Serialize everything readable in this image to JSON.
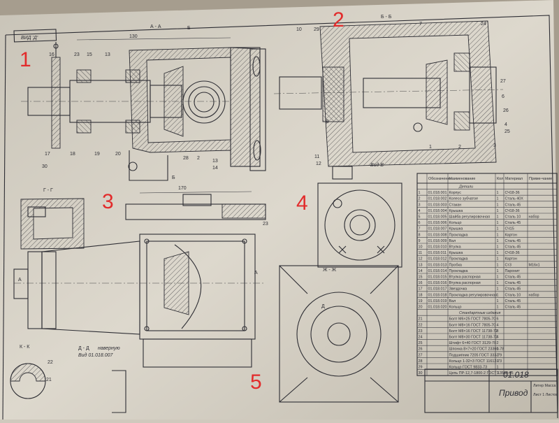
{
  "labels": {
    "corner_tag": "ВИД 'Д'",
    "section_aa": "А - А",
    "section_bb": "Б - Б",
    "section_gg": "Г - Г",
    "section_zz": "Ж - Ж",
    "section_kk": "К - К",
    "section_dd": "Д - Д",
    "section_dd_note": "наверную",
    "section_dd_ref": "Вид 01.018.007",
    "view_v": "Вид В",
    "dim_main": "130",
    "dim_bottom": "170"
  },
  "red_numbers": [
    "1",
    "2",
    "3",
    "4",
    "5"
  ],
  "table": {
    "headers": [
      "Обозначение",
      "Наименование",
      "Кол",
      "Материал",
      "Приме-чание"
    ],
    "section_parts": "Детали",
    "section_std": "Стандартные изделия",
    "rows": [
      {
        "pos": "1",
        "code": "01.018.001",
        "name": "Корпус",
        "qty": "1",
        "mat": "СЧ18-36",
        "note": ""
      },
      {
        "pos": "2",
        "code": "01.018.002",
        "name": "Колесо зубчатое",
        "qty": "1",
        "mat": "Сталь 40Х",
        "note": ""
      },
      {
        "pos": "3",
        "code": "01.018.003",
        "name": "Стакан",
        "qty": "1",
        "mat": "Сталь 45",
        "note": ""
      },
      {
        "pos": "4",
        "code": "01.018.004",
        "name": "Крышка",
        "qty": "1",
        "mat": "СЧ18-36",
        "note": ""
      },
      {
        "pos": "5",
        "code": "01.018.005",
        "name": "Шайба регулировочная",
        "qty": "1",
        "mat": "Сталь 10",
        "note": "набор"
      },
      {
        "pos": "6",
        "code": "01.018.006",
        "name": "Кольцо",
        "qty": "1",
        "mat": "Сталь 45",
        "note": ""
      },
      {
        "pos": "7",
        "code": "01.018.007",
        "name": "Крышка",
        "qty": "1",
        "mat": "СЧ15",
        "note": ""
      },
      {
        "pos": "8",
        "code": "01.018.008",
        "name": "Прокладка",
        "qty": "1",
        "mat": "Картон",
        "note": ""
      },
      {
        "pos": "9",
        "code": "01.018.009",
        "name": "Вал",
        "qty": "1",
        "mat": "Сталь 45",
        "note": ""
      },
      {
        "pos": "10",
        "code": "01.018.010",
        "name": "Втулка",
        "qty": "1",
        "mat": "Сталь 45",
        "note": ""
      },
      {
        "pos": "11",
        "code": "01.018.011",
        "name": "Крышка",
        "qty": "1",
        "mat": "СЧ18-36",
        "note": ""
      },
      {
        "pos": "12",
        "code": "01.018.012",
        "name": "Прокладка",
        "qty": "1",
        "mat": "Картон",
        "note": ""
      },
      {
        "pos": "13",
        "code": "01.018.013",
        "name": "Пробка",
        "qty": "1",
        "mat": "Ст3",
        "note": "М16х1"
      },
      {
        "pos": "14",
        "code": "01.018.014",
        "name": "Прокладка",
        "qty": "1",
        "mat": "Паронит",
        "note": ""
      },
      {
        "pos": "15",
        "code": "01.018.015",
        "name": "Втулка распорная",
        "qty": "1",
        "mat": "Сталь 45",
        "note": ""
      },
      {
        "pos": "16",
        "code": "01.018.016",
        "name": "Втулка распорная",
        "qty": "1",
        "mat": "Сталь 45",
        "note": ""
      },
      {
        "pos": "17",
        "code": "01.018.017",
        "name": "Звездочка",
        "qty": "1",
        "mat": "Сталь 45",
        "note": ""
      },
      {
        "pos": "18",
        "code": "01.018.018",
        "name": "Прокладка регулировочная",
        "qty": "1",
        "mat": "Сталь 10",
        "note": "набор"
      },
      {
        "pos": "19",
        "code": "01.018.019",
        "name": "Вал",
        "qty": "1",
        "mat": "Сталь 45",
        "note": ""
      },
      {
        "pos": "20",
        "code": "01.018.020",
        "name": "Кольцо",
        "qty": "1",
        "mat": "Сталь 45",
        "note": ""
      },
      {
        "pos": "21",
        "code": "",
        "name": "Болт М6×25 ГОСТ 7805-70",
        "qty": "6",
        "mat": "",
        "note": ""
      },
      {
        "pos": "22",
        "code": "",
        "name": "Болт М8×16 ГОСТ 7805-70",
        "qty": "4",
        "mat": "",
        "note": ""
      },
      {
        "pos": "23",
        "code": "",
        "name": "Болт М8×16 ГОСТ 11738-72",
        "qty": "8",
        "mat": "",
        "note": ""
      },
      {
        "pos": "24",
        "code": "",
        "name": "Болт М8×30 ГОСТ 11738-72",
        "qty": "4",
        "mat": "",
        "note": ""
      },
      {
        "pos": "25",
        "code": "",
        "name": "Штифт 6×40 ГОСТ 3129-70",
        "qty": "2",
        "mat": "",
        "note": ""
      },
      {
        "pos": "26",
        "code": "",
        "name": "Шпонка 8×7×20 ГОСТ 23360-78",
        "qty": "1",
        "mat": "",
        "note": ""
      },
      {
        "pos": "27",
        "code": "",
        "name": "Подшипник 7205 ГОСТ 333-79",
        "qty": "2",
        "mat": "",
        "note": ""
      },
      {
        "pos": "28",
        "code": "",
        "name": "Кольцо 1-32×3 ГОСТ 11612-73",
        "qty": "1",
        "mat": "",
        "note": ""
      },
      {
        "pos": "29",
        "code": "",
        "name": "Кольцо ГОСТ 9833-73",
        "qty": "1",
        "mat": "",
        "note": ""
      },
      {
        "pos": "30",
        "code": "",
        "name": "Цепь ПР-12,7-1800-2 ГОСТ 13568-75",
        "qty": "1",
        "mat": "",
        "note": ""
      }
    ]
  },
  "stamp": {
    "designation": "01.018",
    "name": "Привод",
    "small_1": "Литер Масса",
    "small_2": "Лист 1 Листов"
  },
  "colors": {
    "paper": "#d8d3c8",
    "ink": "#2d2d33",
    "annotation": "#e22b2b"
  }
}
